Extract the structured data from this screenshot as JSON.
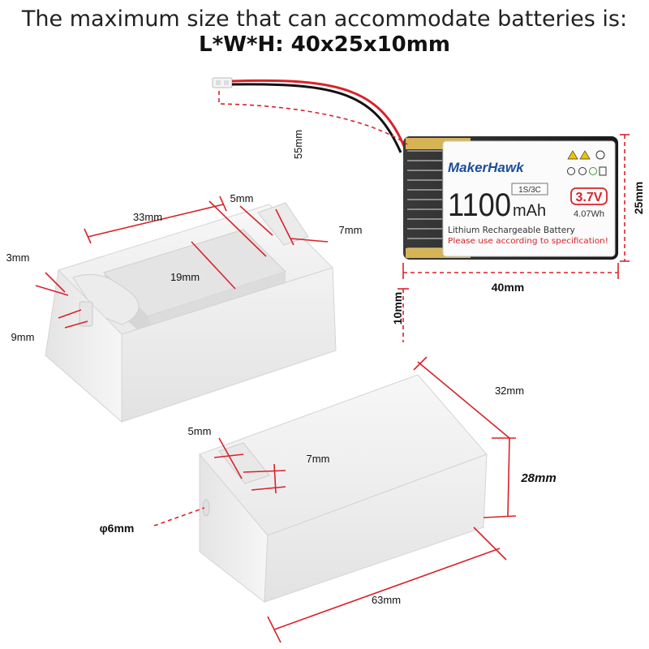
{
  "header": {
    "line1": "The maximum size that can accommodate batteries is:",
    "line2": "L*W*H: 40x25x10mm"
  },
  "battery": {
    "brand": "MakerHawk",
    "capacity_number": "1100",
    "capacity_unit": "mAh",
    "cell_config": "1S/3C",
    "voltage": "3.7V",
    "energy": "4.07Wh",
    "type_text": "Lithium Rechargeable Battery",
    "warning": "Please use according to specification!",
    "dims": {
      "cable": "55mm",
      "width": "25mm",
      "length": "40mm",
      "thickness": "10mm"
    }
  },
  "open_case": {
    "dims": {
      "inner_length": "33mm",
      "slot_width": "5mm",
      "slot_height": "7mm",
      "inner_width": "19mm",
      "clip_a": "3mm",
      "clip_b": "9mm"
    }
  },
  "closed_case": {
    "dims": {
      "slot_width": "5mm",
      "slot_height": "7mm",
      "hole": "φ6mm",
      "width": "32mm",
      "height": "28mm",
      "length": "63mm"
    }
  },
  "colors": {
    "accent": "#d8232a",
    "brand": "#1c4f9c",
    "case": "#f3f3f3"
  }
}
